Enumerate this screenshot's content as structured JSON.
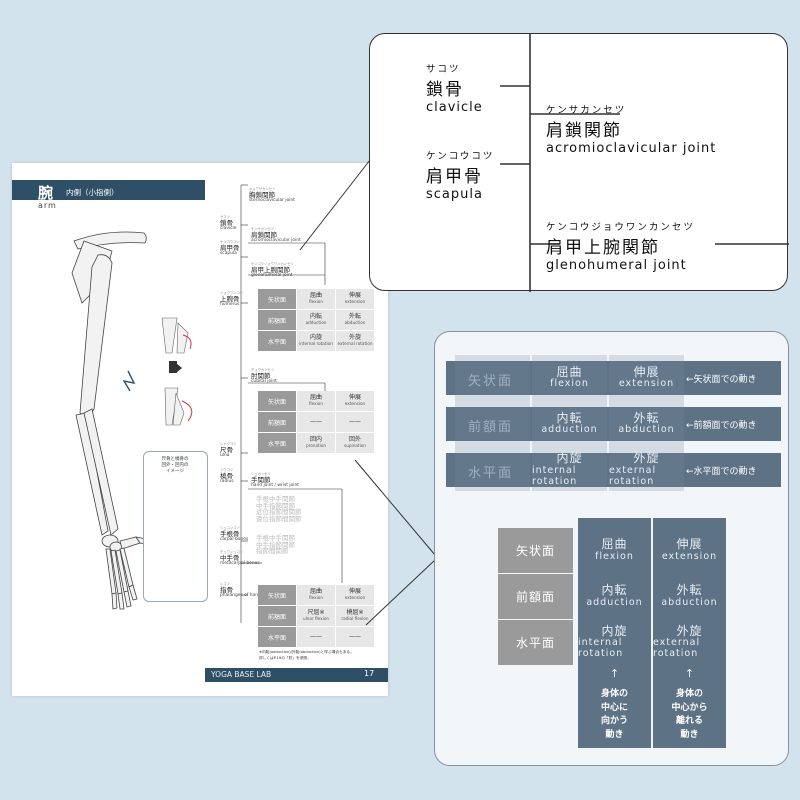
{
  "page": {
    "title": "腕",
    "subtitle": "内側（小指側）",
    "title_en": "arm",
    "footer_brand": "YOGA BASE LAB",
    "page_number": "17",
    "inset_title": "尺骨と橈骨の\n回外・回内の\nイメージ",
    "note": "※内転(adduction)/外転(abduction)と呼ぶ場合もある。\n詳しくはP.19の「肘」を参照。",
    "labels": {
      "sc_joint": {
        "kana": "キョウサカンセツ",
        "jp": "胸鎖関節",
        "en": "sternoclavicular joint"
      },
      "clavicle": {
        "kana": "サコツ",
        "jp": "鎖骨",
        "en": "clavicle"
      },
      "ac_joint": {
        "kana": "ケンサカンセツ",
        "jp": "肩鎖関節",
        "en": "acromioclavicular joint"
      },
      "scapula": {
        "kana": "ケンコウコツ",
        "jp": "肩甲骨",
        "en": "scapula"
      },
      "gh_joint": {
        "kana": "ケンコウジョウワンカンセツ",
        "jp": "肩甲上腕関節",
        "en": "glenohumeral joint"
      },
      "humerus": {
        "kana": "ジョウワンコツ",
        "jp": "上腕骨",
        "en": "humerus"
      },
      "elbow": {
        "kana": "チュウカンセツ",
        "jp": "肘関節",
        "en": "cubital joint"
      },
      "ulna": {
        "kana": "シャクコツ",
        "jp": "尺骨",
        "en": "ulna"
      },
      "radius": {
        "kana": "トウコツ",
        "jp": "橈骨",
        "en": "radius"
      },
      "wrist": {
        "kana": "シュカンセツ",
        "jp": "手関節",
        "en": "hand joint / wrist joint"
      },
      "carpal": {
        "kana": "シュコンコツ",
        "jp": "手根骨",
        "en": "carpal bones"
      },
      "metacarpal": {
        "kana": "チュウシュコツ",
        "jp": "中手骨",
        "en": "metacarpal bones"
      },
      "phalanges": {
        "kana": "シコツ",
        "jp": "指骨",
        "en": "phalanges of hand"
      },
      "faded": [
        "手根中手関節",
        "中手指節関節",
        "近位指節間関節",
        "遠位指節間関節",
        "手根中手関節",
        "中手指節関節",
        "指節間関節"
      ]
    },
    "table_shoulder": [
      [
        "矢状面",
        "屈曲",
        "flexion",
        "伸展",
        "extension"
      ],
      [
        "前額面",
        "内転",
        "adduction",
        "外転",
        "abduction"
      ],
      [
        "水平面",
        "内旋",
        "internal rotation",
        "外旋",
        "external rotation"
      ]
    ],
    "table_elbow": [
      [
        "矢状面",
        "屈曲",
        "flexion",
        "伸展",
        "extension"
      ],
      [
        "前額面",
        "——",
        "",
        "——",
        ""
      ],
      [
        "水平面",
        "回内",
        "pronation",
        "回外",
        "supination"
      ]
    ],
    "table_wrist": [
      [
        "矢状面",
        "屈曲",
        "flexion",
        "伸展",
        "extension"
      ],
      [
        "前額面",
        "尺屈※",
        "ulnar flexion",
        "橈屈※",
        "radial flexion"
      ],
      [
        "水平面",
        "——",
        "",
        "——",
        ""
      ]
    ]
  },
  "callout_top": {
    "clavicle": {
      "kana": "サコツ",
      "jp": "鎖骨",
      "en": "clavicle"
    },
    "scapula": {
      "kana": "ケンコウコツ",
      "jp": "肩甲骨",
      "en": "scapula"
    },
    "ac_joint": {
      "kana": "ケンサカンセツ",
      "jp": "肩鎖関節",
      "en": "acromioclavicular joint"
    },
    "gh_joint": {
      "kana": "ケンコウジョウワンカンセツ",
      "jp": "肩甲上腕関節",
      "en": "glenohumeral joint"
    }
  },
  "callout_bottom": {
    "bands": [
      {
        "plane": "矢状面",
        "a_jp": "屈曲",
        "a_en": "flexion",
        "b_jp": "伸展",
        "b_en": "extension",
        "note": "←矢状面での動き"
      },
      {
        "plane": "前額面",
        "a_jp": "内転",
        "a_en": "adduction",
        "b_jp": "外転",
        "b_en": "abduction",
        "note": "←前額面での動き"
      },
      {
        "plane": "水平面",
        "a_jp": "内旋",
        "a_en": "internal rotation",
        "b_jp": "外旋",
        "b_en": "external rotation",
        "note": "←水平面での動き"
      }
    ],
    "table": [
      {
        "plane": "矢状面",
        "a_jp": "屈曲",
        "a_en": "flexion",
        "b_jp": "伸展",
        "b_en": "extension"
      },
      {
        "plane": "前額面",
        "a_jp": "内転",
        "a_en": "adduction",
        "b_jp": "外転",
        "b_en": "abduction"
      },
      {
        "plane": "水平面",
        "a_jp": "内旋",
        "a_en": "internal rotation",
        "b_jp": "外旋",
        "b_en": "external rotation"
      }
    ],
    "col_a_note": "身体の\n中心に\n向かう\n動き",
    "col_b_note": "身体の\n中心から\n離れる\n動き",
    "arrow": "↑"
  },
  "colors": {
    "header": "#2f4f66",
    "band": "#5e7286",
    "plane": "#9a9a9a",
    "background": "#d3e3ee"
  }
}
